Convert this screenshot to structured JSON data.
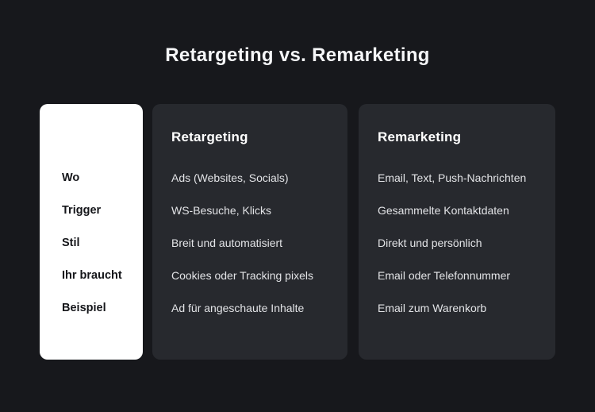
{
  "title": "Retargeting vs. Remarketing",
  "colors": {
    "background": "#17181c",
    "dark_card": "#27292e",
    "light_card": "#ffffff",
    "heading_text": "#ffffff",
    "body_text": "#e2e3e6",
    "label_text": "#15161a"
  },
  "columns": {
    "retargeting_header": "Retargeting",
    "remarketing_header": "Remarketing"
  },
  "rows": [
    {
      "label": "Wo",
      "retargeting": "Ads (Websites, Socials)",
      "remarketing": "Email, Text, Push-Nachrichten"
    },
    {
      "label": "Trigger",
      "retargeting": "WS-Besuche, Klicks",
      "remarketing": "Gesammelte Kontaktdaten"
    },
    {
      "label": "Stil",
      "retargeting": "Breit und automatisiert",
      "remarketing": "Direkt und persönlich"
    },
    {
      "label": "Ihr braucht",
      "retargeting": "Cookies oder Tracking pixels",
      "remarketing": "Email oder Telefonnummer"
    },
    {
      "label": "Beispiel",
      "retargeting": "Ad für angeschaute Inhalte",
      "remarketing": "Email zum Warenkorb"
    }
  ]
}
